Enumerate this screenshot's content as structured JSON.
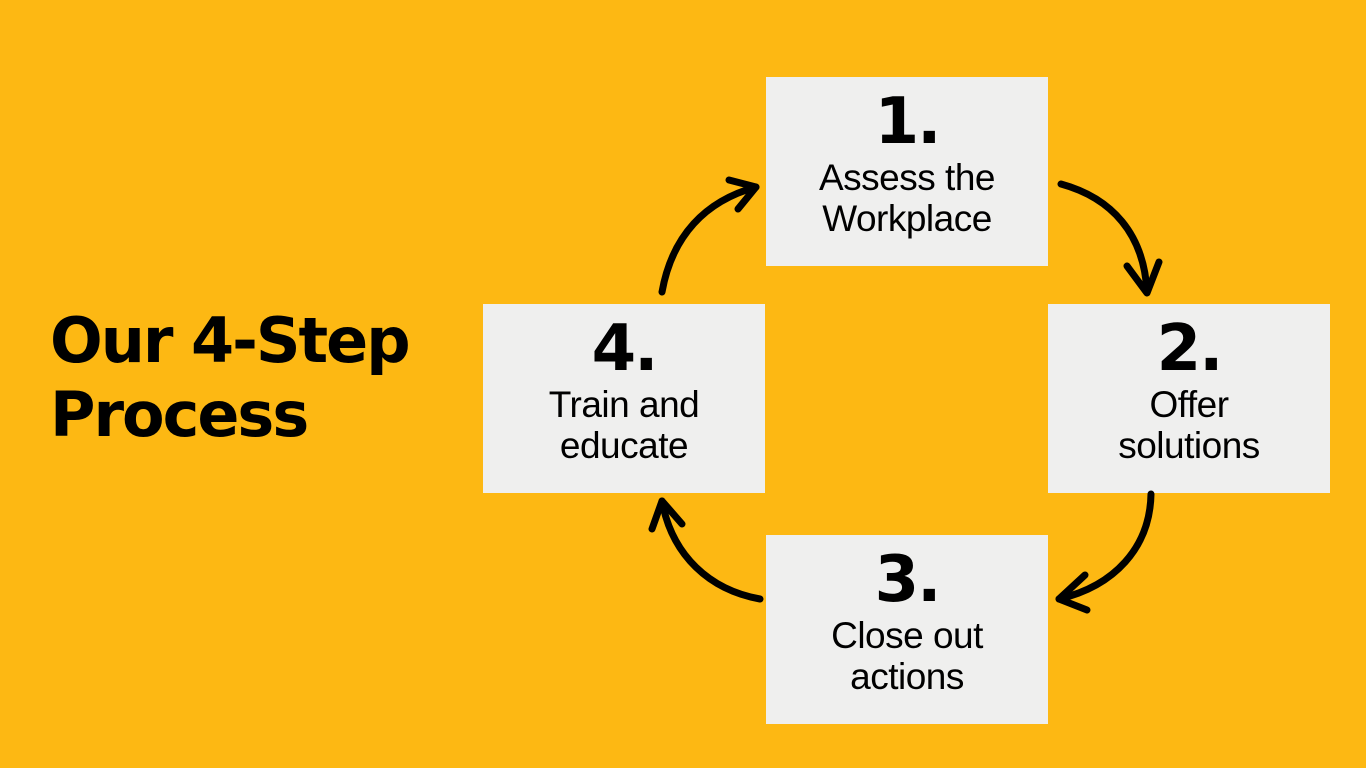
{
  "heading": {
    "line1": "Our 4-Step",
    "line2": "Process"
  },
  "steps": [
    {
      "number": "1.",
      "label_line1": "Assess the",
      "label_line2": "Workplace"
    },
    {
      "number": "2.",
      "label_line1": "Offer",
      "label_line2": "solutions"
    },
    {
      "number": "3.",
      "label_line1": "Close out",
      "label_line2": "actions"
    },
    {
      "number": "4.",
      "label_line1": "Train and",
      "label_line2": "educate"
    }
  ],
  "colors": {
    "background": "#FDB813",
    "box": "#EFEFEE",
    "text": "#000000",
    "arrow": "#000000"
  },
  "icons": [
    "curved-arrow-icon"
  ]
}
